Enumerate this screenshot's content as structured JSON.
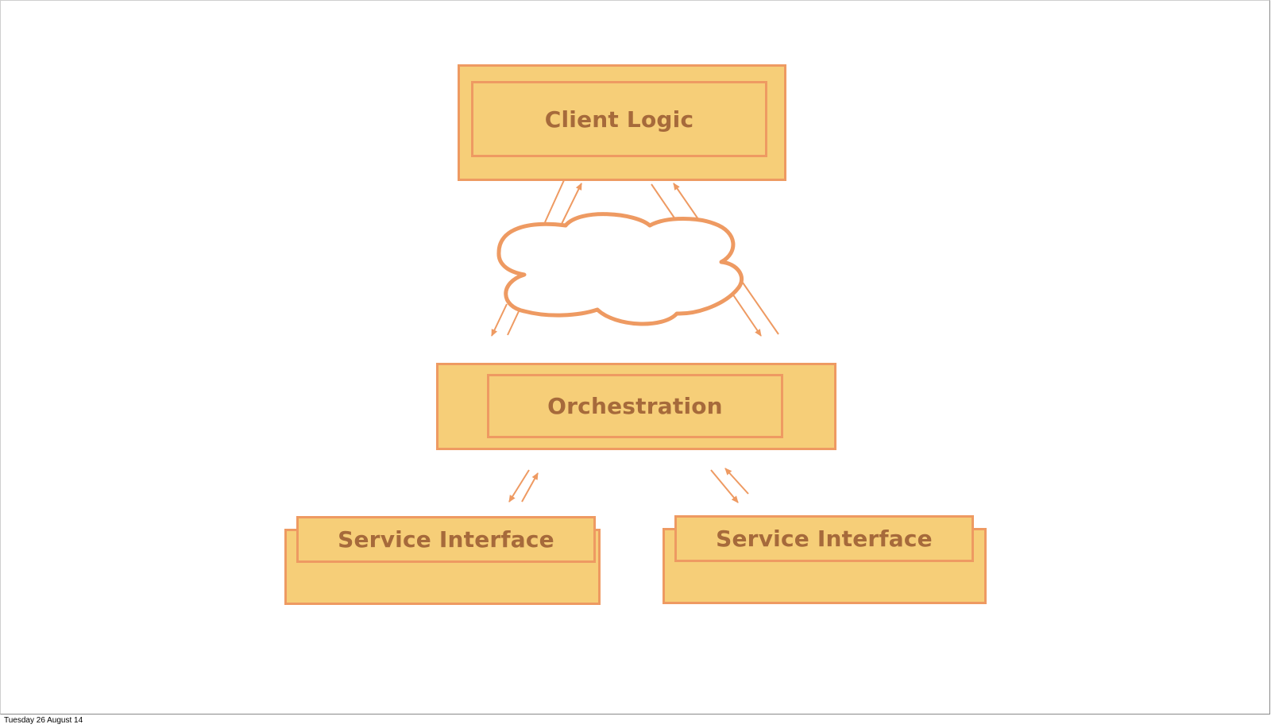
{
  "diagram": {
    "client": {
      "label": "Client Logic"
    },
    "orchestration": {
      "label": "Orchestration"
    },
    "services": [
      {
        "label": "Service Interface"
      },
      {
        "label": "Service Interface"
      }
    ],
    "network": {
      "icon": "cloud-icon"
    }
  },
  "footer": {
    "date": "Tuesday 26 August 14"
  },
  "colors": {
    "box_fill": "#f6ce78",
    "box_border": "#ee9a62",
    "label_text": "#a66a3b"
  }
}
